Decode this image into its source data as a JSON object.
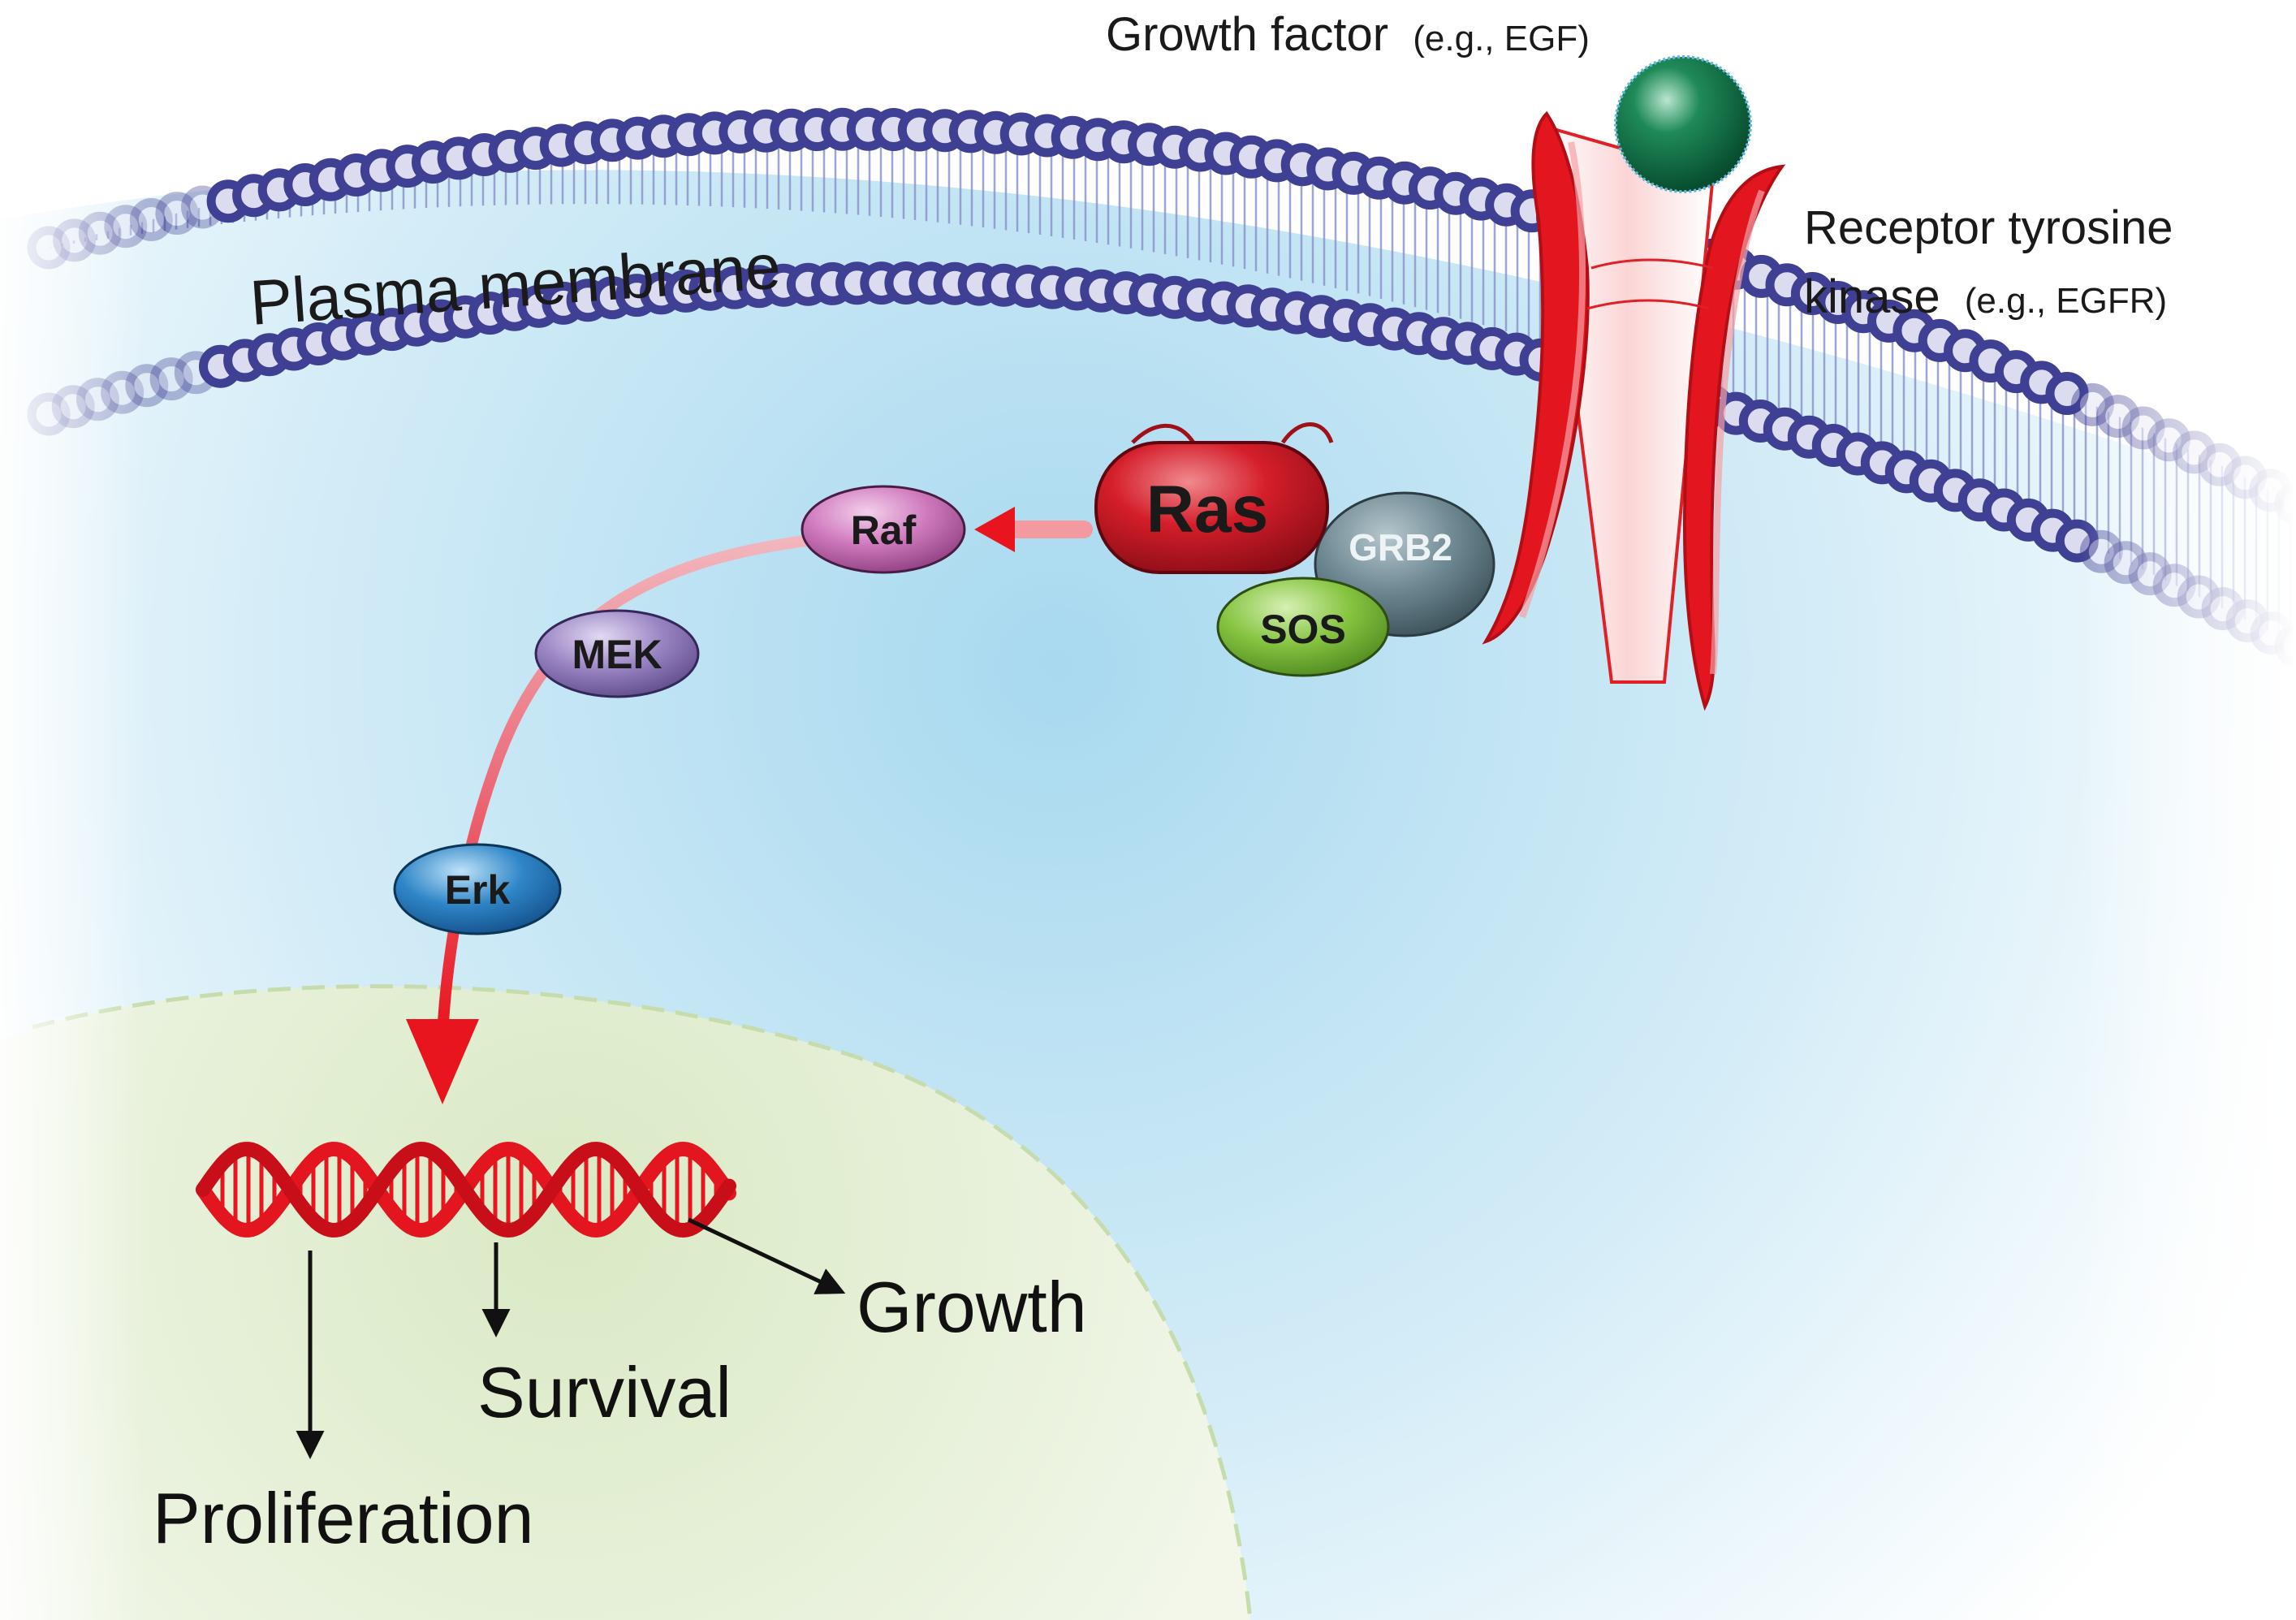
{
  "labels": {
    "growth_factor": "Growth factor",
    "growth_factor_example": "(e.g., EGF)",
    "receptor_line1": "Receptor tyrosine",
    "receptor_line2": "kinase",
    "receptor_example": "(e.g., EGFR)",
    "plasma_membrane": "Plasma membrane"
  },
  "proteins": {
    "ras": "Ras",
    "grb2": "GRB2",
    "sos": "SOS",
    "raf": "Raf",
    "mek": "MEK",
    "erk": "Erk"
  },
  "outcomes": {
    "growth": "Growth",
    "survival": "Survival",
    "proliferation": "Proliferation"
  },
  "colors": {
    "cytoplasm": "#cfe9f5",
    "nucleus": "#e6efd8",
    "membrane_head": "#3f3f93",
    "signal_arrow": "#e8141e",
    "ras": "#d41e2a",
    "grb2": "#6f8a94",
    "sos": "#86c441",
    "raf": "#cf79bd",
    "mek": "#9b86c4",
    "erk": "#2f86c8",
    "growth_factor": "#0f6b42"
  }
}
